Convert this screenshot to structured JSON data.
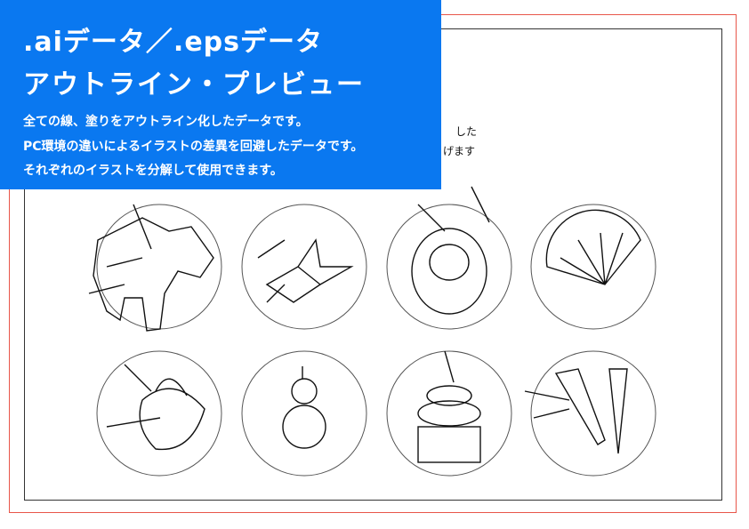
{
  "header": {
    "title_line1": ".aiデータ／.epsデータ",
    "title_line2": "アウトライン・プレビュー",
    "description": [
      "全ての線、塗りをアウトライン化したデータです。",
      "PC環境の違いによるイラストの差異を回避したデータです。",
      "それぞれのイラストを分解して使用できます。"
    ],
    "accent_color": "#0a78f0"
  },
  "background_text": {
    "fragment1": "した",
    "fragment2": "げます"
  },
  "illustrations": [
    {
      "icon": "ox-icon"
    },
    {
      "icon": "paper-crane-icon"
    },
    {
      "icon": "daruma-icon"
    },
    {
      "icon": "folding-fan-icon"
    },
    {
      "icon": "drawstring-bag-icon"
    },
    {
      "icon": "gourd-icon"
    },
    {
      "icon": "kagami-mochi-icon"
    },
    {
      "icon": "hagoita-icon"
    }
  ]
}
